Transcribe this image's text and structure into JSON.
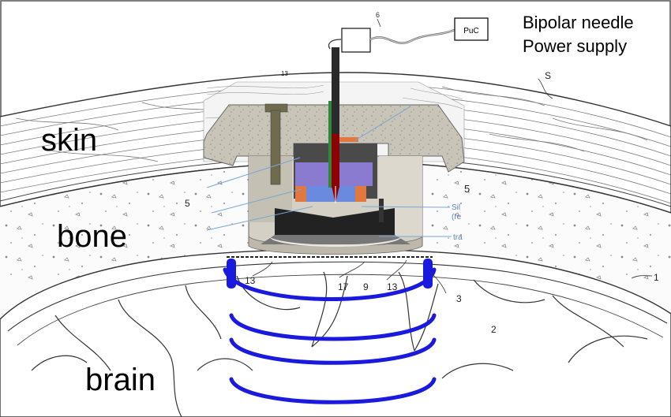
{
  "labels": {
    "skin": "skin",
    "bone": "bone",
    "brain": "brain"
  },
  "legend": {
    "line1": "Bipolar needle",
    "line2": "Power supply"
  },
  "power_box_label": "PuC",
  "cable_ref": "6",
  "ref_numbers": {
    "s": "S",
    "r5_left": "5",
    "r5_right": "5",
    "r1": "1",
    "r2": "2",
    "r3": "3",
    "r9": "9",
    "r17": "17",
    "r13_left": "13",
    "r13_mid": "13",
    "r13_top": "13"
  },
  "cutaway_fragments": {
    "sil": "Sil",
    "re": "(re",
    "tra": "tra"
  },
  "colors": {
    "wave_blue": "#1a1adf",
    "needle_red": "#8b0000",
    "orange": "#e07840",
    "purple": "#8a7ad0",
    "blue_layer": "#6a8ae0",
    "housing": "#cfcbc0",
    "dark_plate": "#222222"
  }
}
